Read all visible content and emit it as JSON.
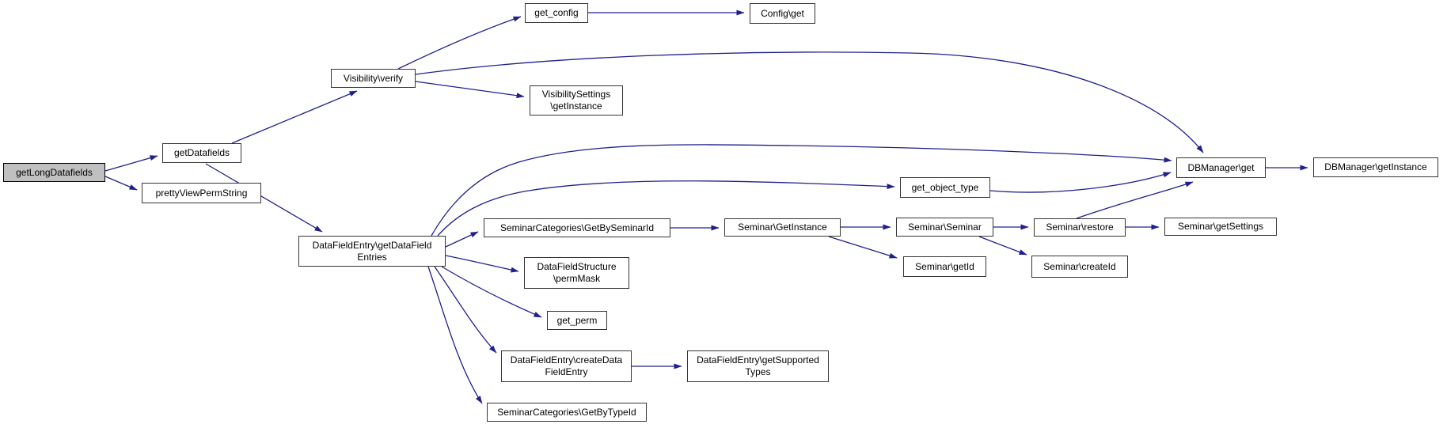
{
  "diagram": {
    "kind": "call-graph",
    "colors": {
      "edge": "#20208d",
      "node_fill": "#ffffff",
      "node_border": "#353535",
      "highlight_fill": "#c0c0c0",
      "text": "#000000",
      "background": "#ffffff"
    },
    "nodes": [
      {
        "id": "getLongDatafields",
        "label": [
          "getLongDatafields"
        ],
        "highlighted": true
      },
      {
        "id": "getDatafields",
        "label": [
          "getDatafields"
        ],
        "highlighted": false
      },
      {
        "id": "prettyViewPermString",
        "label": [
          "prettyViewPermString"
        ],
        "highlighted": false
      },
      {
        "id": "visibility_verify",
        "label": [
          "Visibility\\verify"
        ],
        "highlighted": false
      },
      {
        "id": "get_config",
        "label": [
          "get_config"
        ],
        "highlighted": false
      },
      {
        "id": "config_get",
        "label": [
          "Config\\get"
        ],
        "highlighted": false
      },
      {
        "id": "visibilitysettings_getinstance",
        "label": [
          "VisibilitySettings",
          "\\getInstance"
        ],
        "highlighted": false
      },
      {
        "id": "datafieldentry_getdatafieldentries",
        "label": [
          "DataFieldEntry\\getDataField",
          "Entries"
        ],
        "highlighted": false
      },
      {
        "id": "seminarcategories_getbyseminarid",
        "label": [
          "SeminarCategories\\GetBySeminarId"
        ],
        "highlighted": false
      },
      {
        "id": "get_object_type",
        "label": [
          "get_object_type"
        ],
        "highlighted": false
      },
      {
        "id": "seminar_getinstance",
        "label": [
          "Seminar\\GetInstance"
        ],
        "highlighted": false
      },
      {
        "id": "seminar_seminar",
        "label": [
          "Seminar\\Seminar"
        ],
        "highlighted": false
      },
      {
        "id": "seminar_getid",
        "label": [
          "Seminar\\getId"
        ],
        "highlighted": false
      },
      {
        "id": "seminar_restore",
        "label": [
          "Seminar\\restore"
        ],
        "highlighted": false
      },
      {
        "id": "seminar_createid",
        "label": [
          "Seminar\\createId"
        ],
        "highlighted": false
      },
      {
        "id": "seminar_getsettings",
        "label": [
          "Seminar\\getSettings"
        ],
        "highlighted": false
      },
      {
        "id": "dbmanager_get",
        "label": [
          "DBManager\\get"
        ],
        "highlighted": false
      },
      {
        "id": "dbmanager_getinstance",
        "label": [
          "DBManager\\getInstance"
        ],
        "highlighted": false
      },
      {
        "id": "datafieldstructure_permmask",
        "label": [
          "DataFieldStructure",
          "\\permMask"
        ],
        "highlighted": false
      },
      {
        "id": "get_perm",
        "label": [
          "get_perm"
        ],
        "highlighted": false
      },
      {
        "id": "datafieldentry_createdatafieldentry",
        "label": [
          "DataFieldEntry\\createData",
          "FieldEntry"
        ],
        "highlighted": false
      },
      {
        "id": "datafieldentry_getsupportedtypes",
        "label": [
          "DataFieldEntry\\getSupported",
          "Types"
        ],
        "highlighted": false
      },
      {
        "id": "seminarcategories_getbytypeid",
        "label": [
          "SeminarCategories\\GetByTypeId"
        ],
        "highlighted": false
      }
    ],
    "edges": [
      {
        "from": "getLongDatafields",
        "to": "getDatafields"
      },
      {
        "from": "getLongDatafields",
        "to": "prettyViewPermString"
      },
      {
        "from": "getDatafields",
        "to": "visibility_verify"
      },
      {
        "from": "getDatafields",
        "to": "datafieldentry_getdatafieldentries"
      },
      {
        "from": "visibility_verify",
        "to": "get_config"
      },
      {
        "from": "visibility_verify",
        "to": "dbmanager_get"
      },
      {
        "from": "visibility_verify",
        "to": "visibilitysettings_getinstance"
      },
      {
        "from": "get_config",
        "to": "config_get"
      },
      {
        "from": "datafieldentry_getdatafieldentries",
        "to": "dbmanager_get"
      },
      {
        "from": "datafieldentry_getdatafieldentries",
        "to": "get_object_type"
      },
      {
        "from": "datafieldentry_getdatafieldentries",
        "to": "seminarcategories_getbyseminarid"
      },
      {
        "from": "datafieldentry_getdatafieldentries",
        "to": "datafieldstructure_permmask"
      },
      {
        "from": "datafieldentry_getdatafieldentries",
        "to": "get_perm"
      },
      {
        "from": "datafieldentry_getdatafieldentries",
        "to": "datafieldentry_createdatafieldentry"
      },
      {
        "from": "datafieldentry_getdatafieldentries",
        "to": "seminarcategories_getbytypeid"
      },
      {
        "from": "get_object_type",
        "to": "dbmanager_get"
      },
      {
        "from": "seminarcategories_getbyseminarid",
        "to": "seminar_getinstance"
      },
      {
        "from": "seminar_getinstance",
        "to": "seminar_seminar"
      },
      {
        "from": "seminar_getinstance",
        "to": "seminar_getid"
      },
      {
        "from": "seminar_seminar",
        "to": "seminar_restore"
      },
      {
        "from": "seminar_seminar",
        "to": "seminar_createid"
      },
      {
        "from": "seminar_restore",
        "to": "dbmanager_get"
      },
      {
        "from": "seminar_restore",
        "to": "seminar_getsettings"
      },
      {
        "from": "datafieldentry_createdatafieldentry",
        "to": "datafieldentry_getsupportedtypes"
      },
      {
        "from": "dbmanager_get",
        "to": "dbmanager_getinstance"
      }
    ]
  }
}
